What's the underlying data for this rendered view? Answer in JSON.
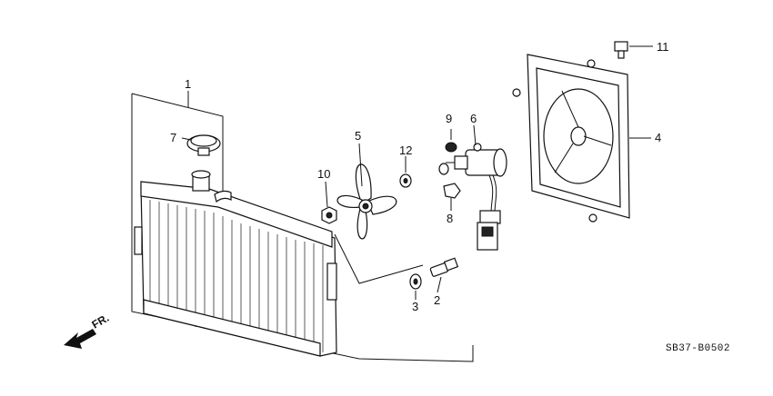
{
  "callouts": {
    "n1": "1",
    "n2": "2",
    "n3": "3",
    "n4": "4",
    "n5": "5",
    "n6": "6",
    "n7": "7",
    "n8": "8",
    "n9": "9",
    "n10": "10",
    "n11": "11",
    "n12": "12"
  },
  "direction_label": "FR.",
  "diagram_code": "SB37-B0502",
  "colors": {
    "ink": "#111111",
    "background": "#ffffff"
  }
}
